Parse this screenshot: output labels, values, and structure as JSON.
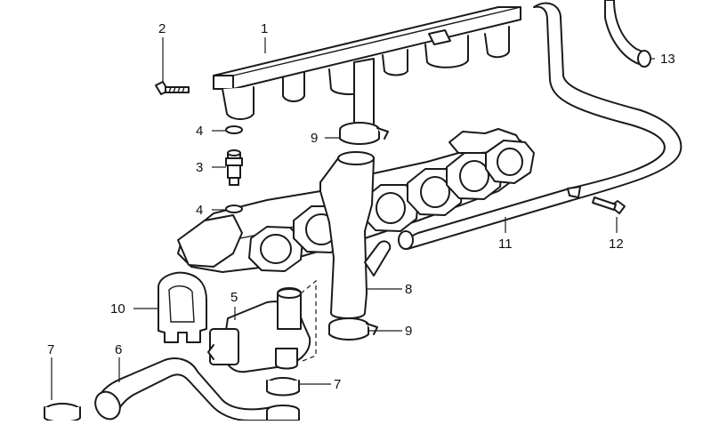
{
  "diagram": {
    "callouts": [
      {
        "id": "c1",
        "label": "1"
      },
      {
        "id": "c2",
        "label": "2"
      },
      {
        "id": "c3",
        "label": "3"
      },
      {
        "id": "c4a",
        "label": "4"
      },
      {
        "id": "c4b",
        "label": "4"
      },
      {
        "id": "c5",
        "label": "5"
      },
      {
        "id": "c6",
        "label": "6"
      },
      {
        "id": "c7a",
        "label": "7"
      },
      {
        "id": "c7b",
        "label": "7"
      },
      {
        "id": "c8",
        "label": "8"
      },
      {
        "id": "c9a",
        "label": "9"
      },
      {
        "id": "c9b",
        "label": "9"
      },
      {
        "id": "c10",
        "label": "10"
      },
      {
        "id": "c11",
        "label": "11"
      },
      {
        "id": "c12",
        "label": "12"
      },
      {
        "id": "c13",
        "label": "13"
      }
    ]
  }
}
